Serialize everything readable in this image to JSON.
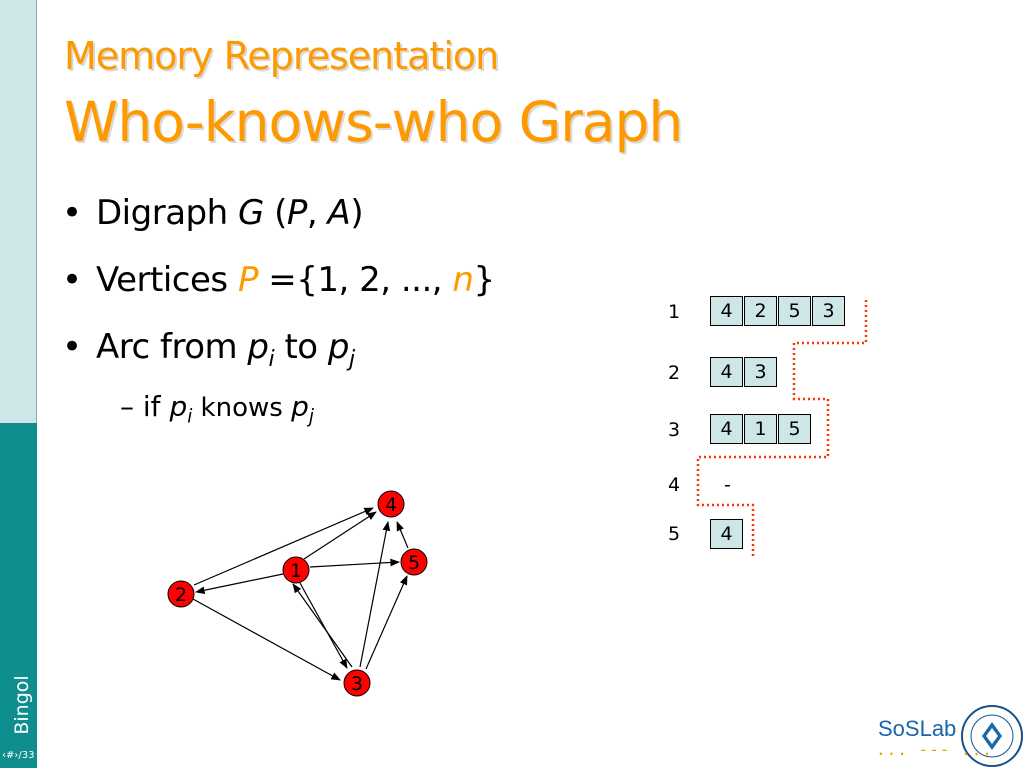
{
  "sidebar": {
    "author": "Bingol",
    "page": "‹#›/33"
  },
  "title": {
    "line1": "Memory Representation",
    "line2": "Who-knows-who Graph"
  },
  "bullets": [
    {
      "text": "Digraph ",
      "parts": [
        "G",
        " (",
        "P",
        ", ",
        "A",
        ")"
      ]
    },
    {
      "text": "Vertices ",
      "parts": [
        "P",
        " ={1, 2, ..., ",
        "n",
        "}"
      ]
    },
    {
      "text": "Arc from ",
      "parts": [
        "p",
        "i",
        " to ",
        "p",
        "j"
      ]
    }
  ],
  "sub_bullet": {
    "dash": "–",
    "if": "if ",
    "p": "p",
    "i": "i",
    "knows": " knows ",
    "p2": "p",
    "j": "j"
  },
  "bullet_symbol": "•",
  "adjacency": {
    "rows": [
      {
        "label": "1",
        "cells": [
          "4",
          "2",
          "5",
          "3"
        ]
      },
      {
        "label": "2",
        "cells": [
          "4",
          "3"
        ]
      },
      {
        "label": "3",
        "cells": [
          "4",
          "1",
          "5"
        ]
      },
      {
        "label": "4",
        "cells": [],
        "empty": "-"
      },
      {
        "label": "5",
        "cells": [
          "4"
        ]
      }
    ]
  },
  "graph": {
    "nodes": [
      {
        "label": "1"
      },
      {
        "label": "2"
      },
      {
        "label": "3"
      },
      {
        "label": "4"
      },
      {
        "label": "5"
      }
    ]
  },
  "colors": {
    "title": "#ff9900",
    "node_fill": "#ff0000",
    "cell_fill": "#cfe6e6",
    "dotted_line": "#ff3300",
    "sidebar": "#0e8e8e"
  },
  "logo": {
    "text": "SoSLab",
    "dots": "... --- ..."
  }
}
